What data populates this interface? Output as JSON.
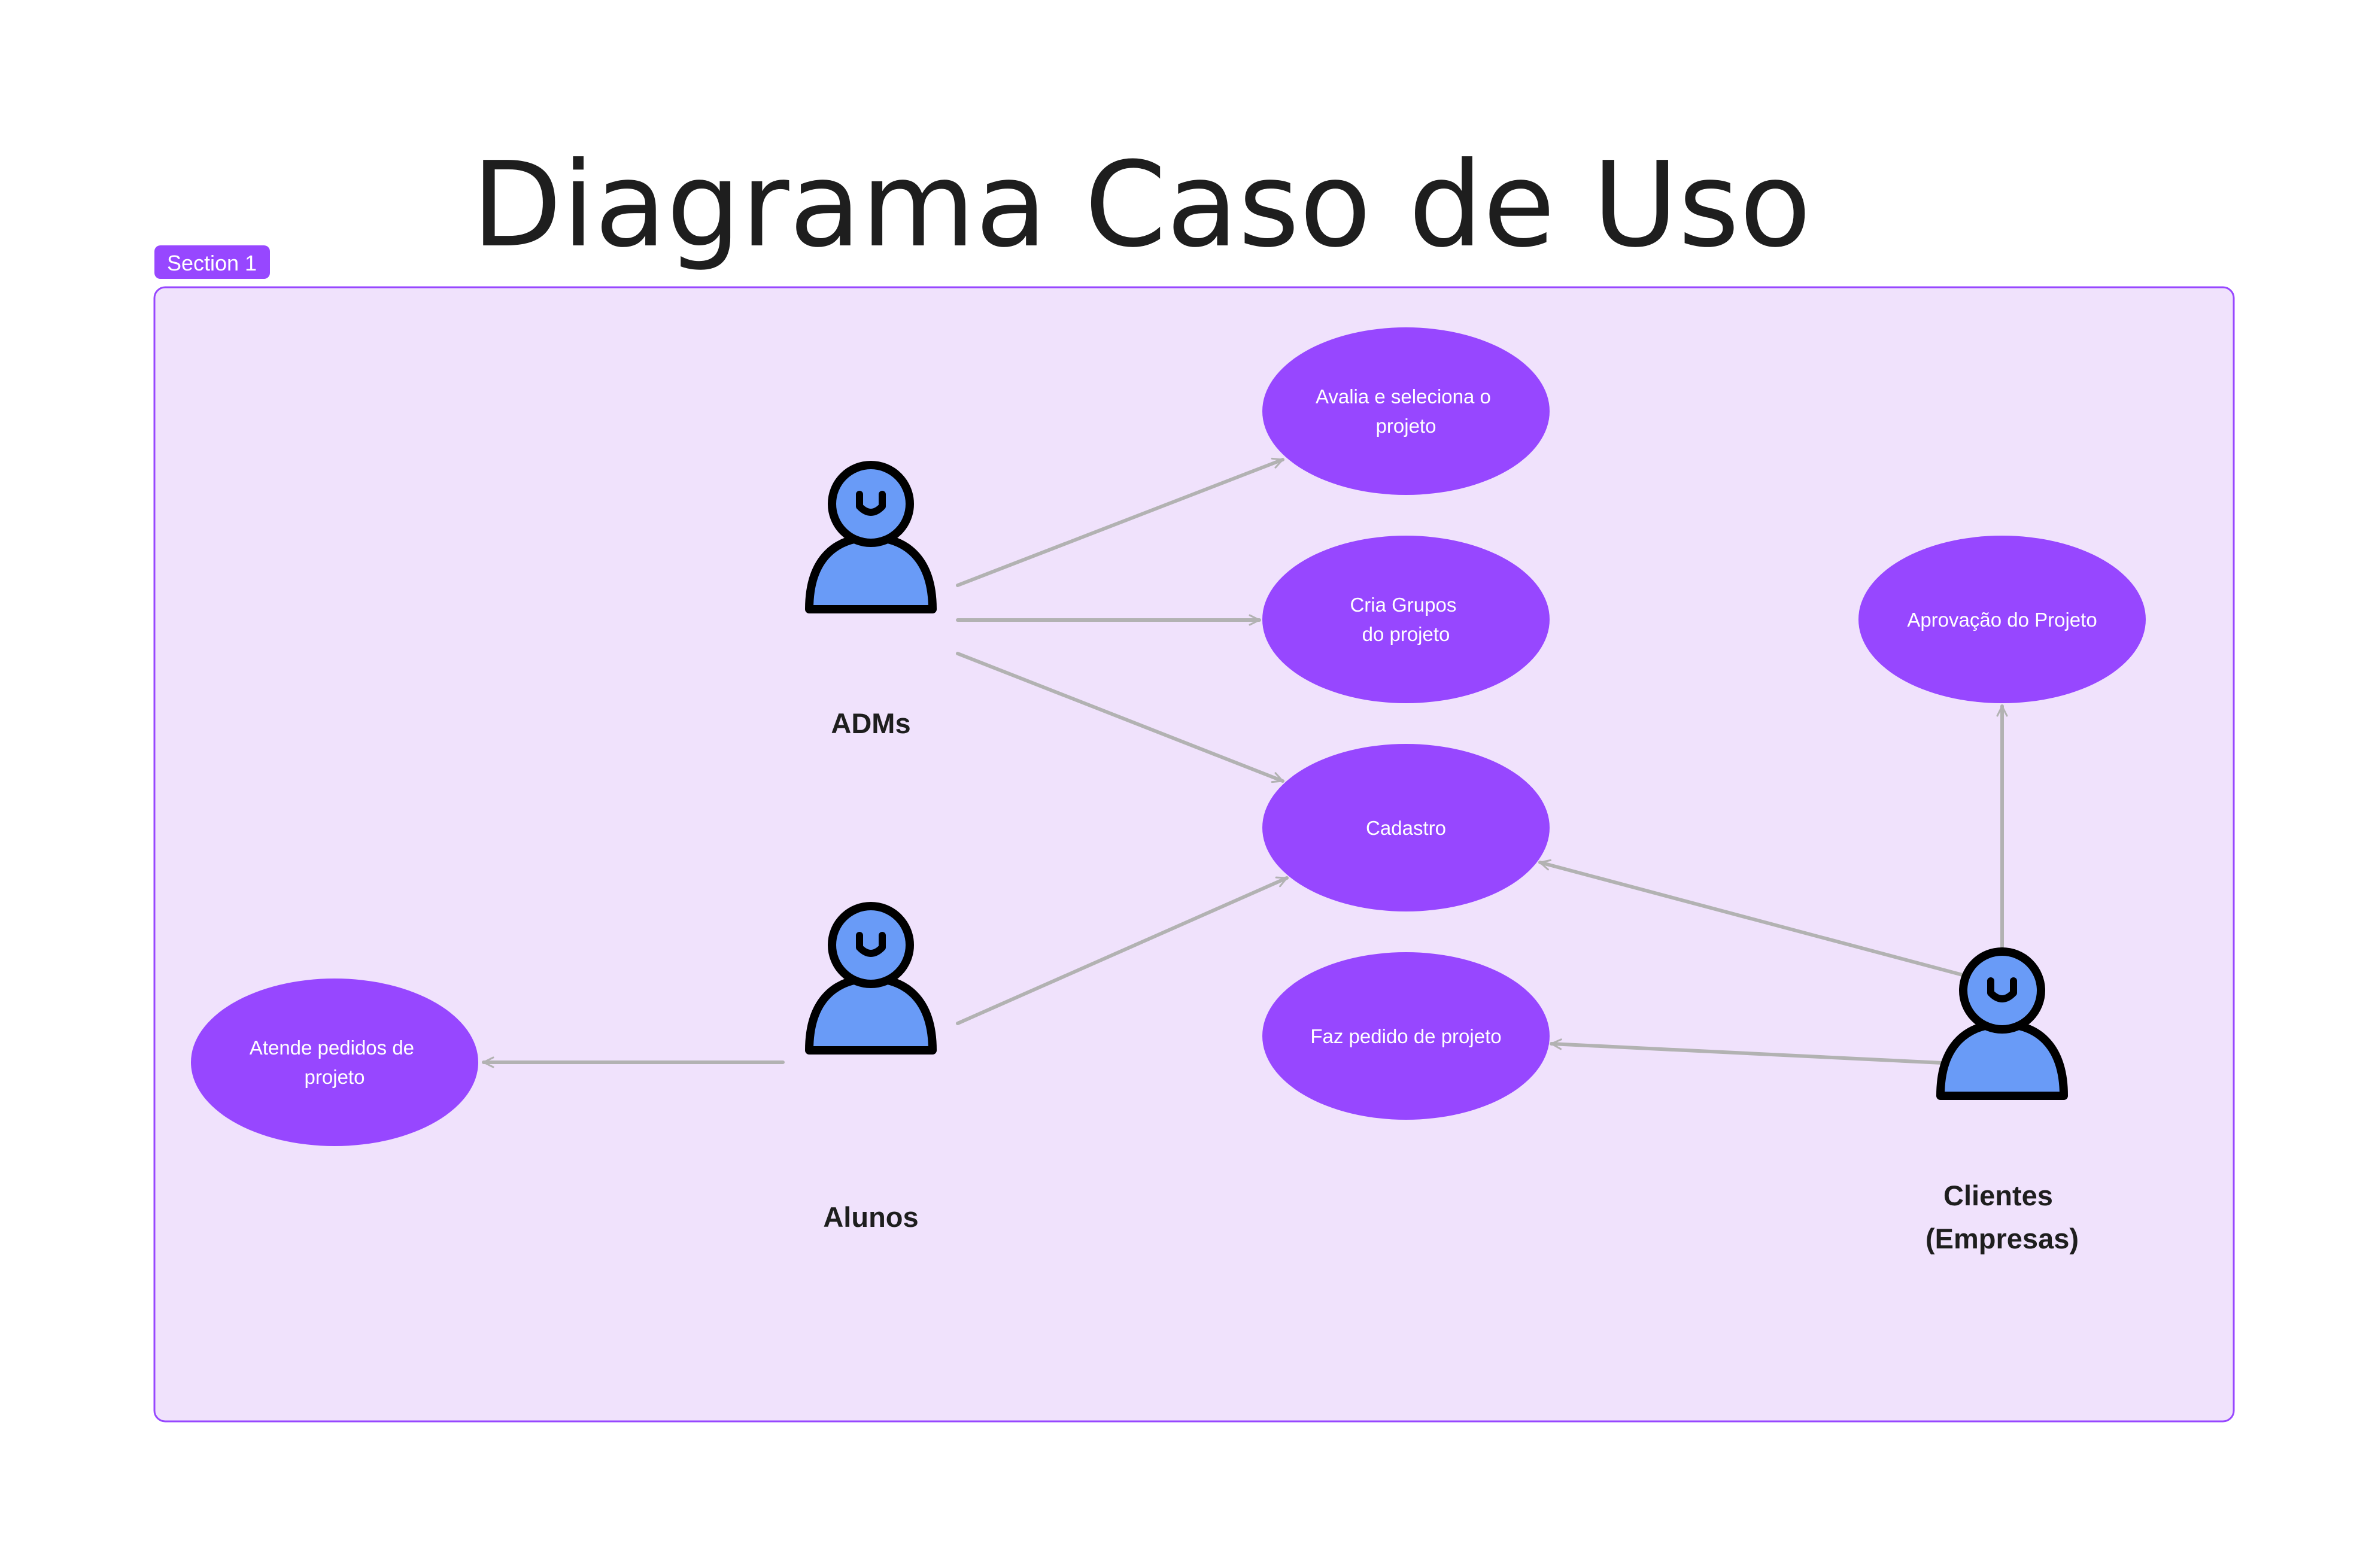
{
  "title": "Diagrama Caso de Uso",
  "section": {
    "label": "Section 1"
  },
  "colors": {
    "section_fill": "#f0e2fc",
    "section_border": "#9747ff",
    "use_case_fill": "#9747ff",
    "actor_fill": "#699bf7",
    "actor_stroke": "#000000",
    "arrow": "#b2b2b2"
  },
  "actors": [
    {
      "id": "adms",
      "lines": [
        "ADMs"
      ]
    },
    {
      "id": "alunos",
      "lines": [
        "Alunos"
      ]
    },
    {
      "id": "clientes",
      "lines": [
        "Clientes",
        "(Empresas)"
      ]
    }
  ],
  "use_cases": [
    {
      "id": "avalia",
      "lines": [
        "Avalia e seleciona o",
        "projeto"
      ]
    },
    {
      "id": "cria-grupos",
      "lines": [
        "Cria Grupos",
        "do projeto"
      ]
    },
    {
      "id": "cadastro",
      "lines": [
        "Cadastro"
      ]
    },
    {
      "id": "faz-pedido",
      "lines": [
        "Faz pedido de projeto"
      ]
    },
    {
      "id": "aprovacao",
      "lines": [
        "Aprovação do Projeto"
      ]
    },
    {
      "id": "atende",
      "lines": [
        "Atende pedidos de",
        "projeto"
      ]
    }
  ],
  "associations": [
    {
      "from": "adms",
      "to": "avalia"
    },
    {
      "from": "adms",
      "to": "cria-grupos"
    },
    {
      "from": "adms",
      "to": "cadastro"
    },
    {
      "from": "alunos",
      "to": "cadastro"
    },
    {
      "from": "alunos",
      "to": "atende"
    },
    {
      "from": "clientes",
      "to": "cadastro"
    },
    {
      "from": "clientes",
      "to": "faz-pedido"
    },
    {
      "from": "clientes",
      "to": "aprovacao"
    }
  ]
}
